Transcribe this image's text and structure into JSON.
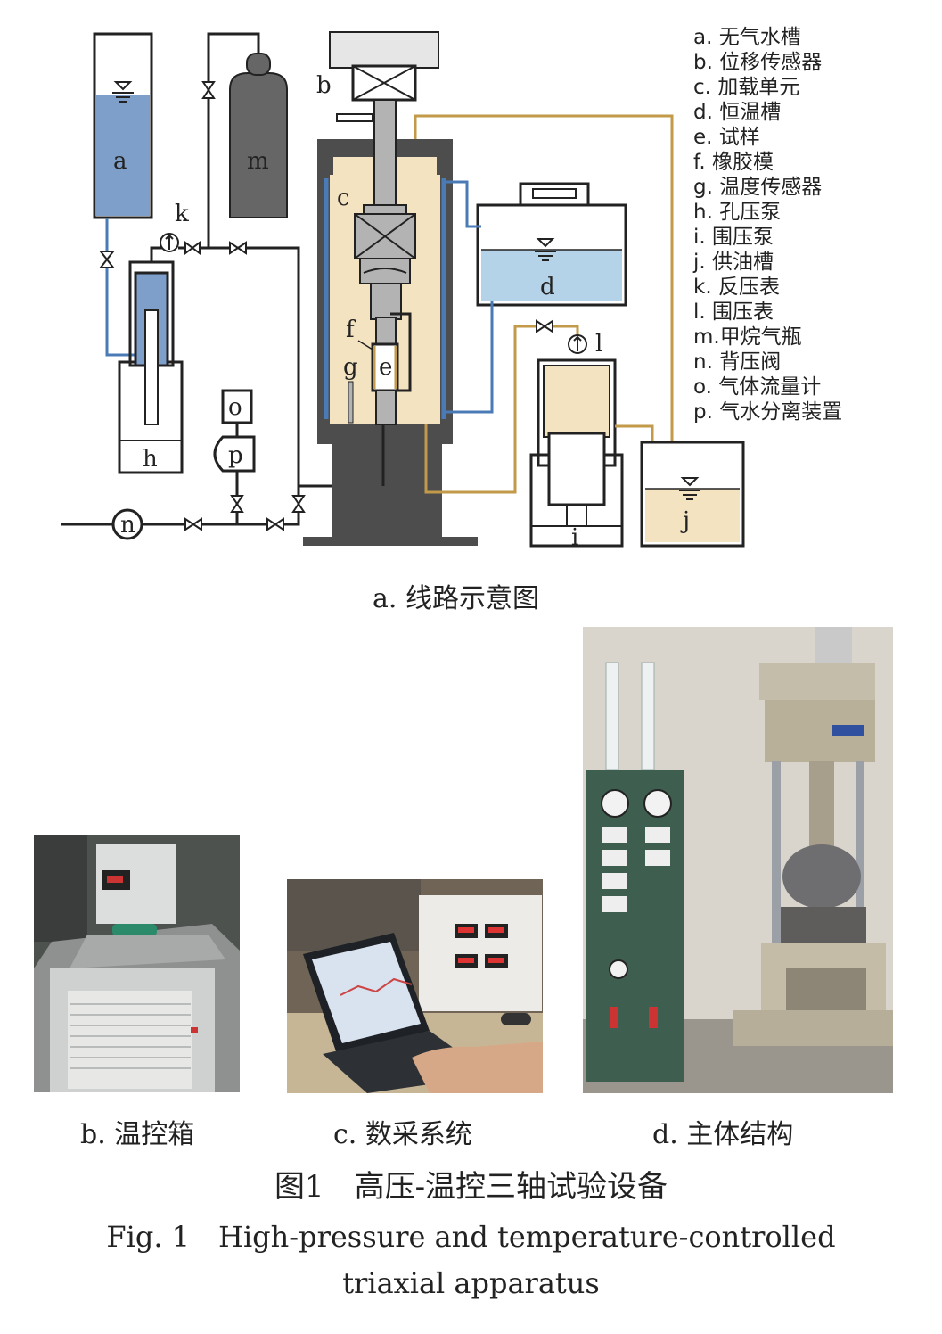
{
  "diagram": {
    "labels": {
      "a": "a",
      "b": "b",
      "c": "c",
      "d": "d",
      "e": "e",
      "f": "f",
      "g": "g",
      "h": "h",
      "i": "i",
      "j": "j",
      "k": "k",
      "l": "l",
      "m": "m",
      "n": "n",
      "o": "o",
      "p": "p"
    },
    "legend": [
      "a. 无气水槽",
      "b. 位移传感器",
      "c. 加载单元",
      "d. 恒温槽",
      "e. 试样",
      "f. 橡胶模",
      "g. 温度传感器",
      "h. 孔压泵",
      "i.  围压泵",
      "j.  供油槽",
      "k. 反压表",
      "l.  围压表",
      "m.甲烷气瓶",
      "n. 背压阀",
      "o. 气体流量计",
      "p. 气水分离装置"
    ],
    "caption": "a. 线路示意图",
    "colors": {
      "water": "#7f9fcb",
      "bath_water": "#b5d3e8",
      "oil": "#f4e3c1",
      "oil_line": "#c29a4a",
      "water_line": "#4a7bb7",
      "gas_cylinder": "#666666",
      "dark_gray": "#4d4d4d",
      "mid_gray": "#b3b3b3"
    }
  },
  "photos": [
    {
      "caption": "b. 温控箱"
    },
    {
      "caption": "c. 数采系统"
    },
    {
      "caption": "d. 主体结构"
    }
  ],
  "figure": {
    "title_cn": "图1　高压-温控三轴试验设备",
    "title_en_line1": "Fig. 1　High-pressure and temperature-controlled",
    "title_en_line2": "triaxial apparatus"
  }
}
